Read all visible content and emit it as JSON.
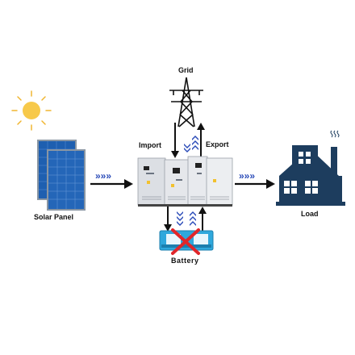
{
  "labels": {
    "grid": "Grid",
    "import": "Import",
    "export": "Export",
    "solar_panel": "Solar Panel",
    "load": "Load",
    "battery": "Battery"
  },
  "flow_markers": {
    "solar_to_inverter": "»»»",
    "inverter_to_load": "»»»"
  },
  "colors": {
    "sun": "#f7c94a",
    "sun_rays": "#f0b530",
    "panel": "#1e5fb0",
    "panel_frame": "#7a8a99",
    "house": "#1d3d5e",
    "flow_chevrons": "#2a4bb8",
    "arrow": "#111111",
    "cross": "#e0262a",
    "battery": "#2fa8dc",
    "cabinet": "#e2e4e8"
  },
  "icons": [
    "sun-icon",
    "solar-panel-icon",
    "grid-tower-icon",
    "inverter-cabinet-icon",
    "battery-icon",
    "factory-house-icon",
    "smoke-icon"
  ],
  "battery_status": "crossed-out"
}
